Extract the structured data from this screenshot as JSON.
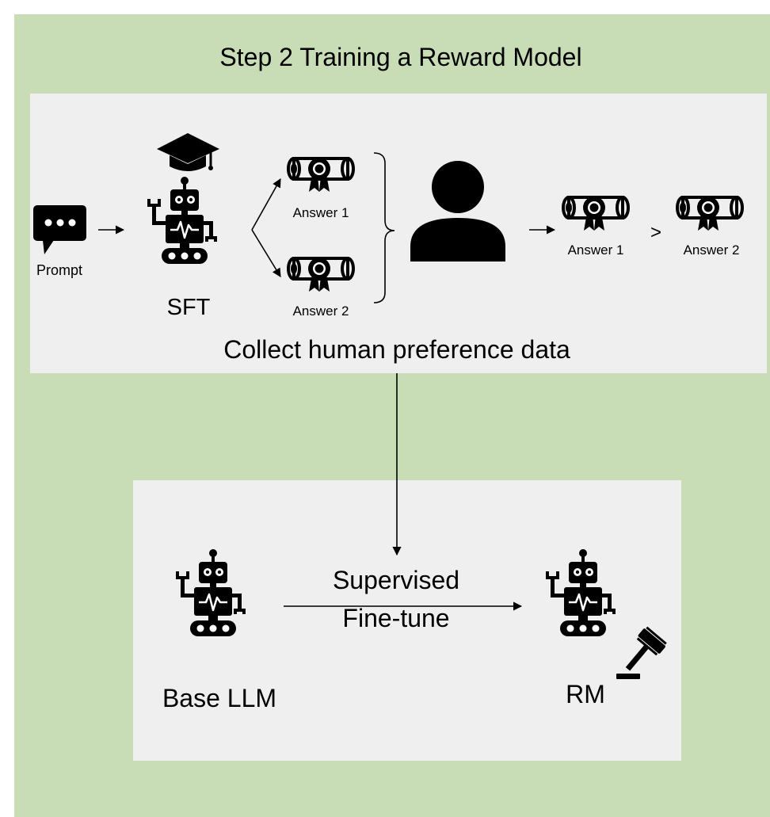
{
  "title": "Step 2 Training a Reward Model",
  "top_panel": {
    "prompt_label": "Prompt",
    "sft_label": "SFT",
    "answer1_label": "Answer 1",
    "answer2_label": "Answer 2",
    "ranked_first_label": "Answer 1",
    "comparison_symbol": ">",
    "ranked_second_label": "Answer 2",
    "caption": "Collect human preference data"
  },
  "bottom_panel": {
    "base_label": "Base LLM",
    "edge_label_line1": "Supervised",
    "edge_label_line2": "Fine-tune",
    "rm_label": "RM"
  },
  "colors": {
    "background_green": "#c8ddb5",
    "panel_gray": "#efefef",
    "ink": "#000000"
  },
  "icons": [
    "chat-bubble-icon",
    "graduation-cap-icon",
    "robot-icon",
    "certificate-scroll-icon",
    "person-icon",
    "gavel-icon"
  ]
}
